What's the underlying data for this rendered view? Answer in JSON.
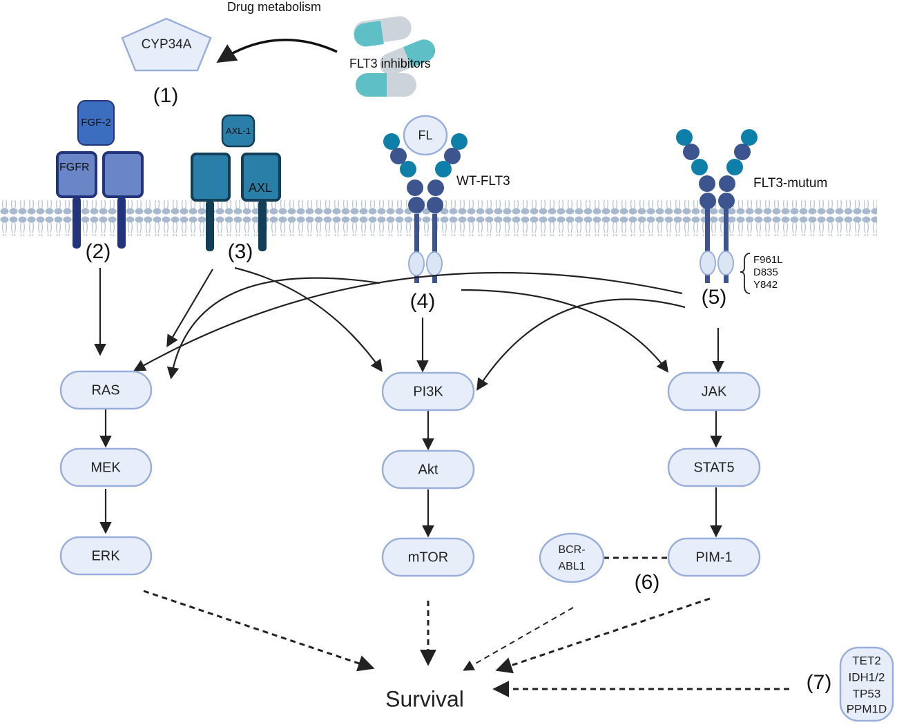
{
  "header": {
    "drug_metabolism": "Drug metabolism",
    "drug_label": "FLT3  inhibitors",
    "cyp": "CYP34A"
  },
  "markers": {
    "m1": "(1)",
    "m2": "(2)",
    "m3": "(3)",
    "m4": "(4)",
    "m5": "(5)",
    "m6": "(6)",
    "m7": "(7)"
  },
  "receptors": {
    "fgf2": "FGF-2",
    "fgfr": "FGFR",
    "axl1": "AXL-1",
    "axl": "AXL",
    "fl": "FL",
    "wt_flt3": "WT-FLT3",
    "flt3_mutum": "FLT3-mutum",
    "mutations": [
      "F961L",
      "D835",
      "Y842"
    ]
  },
  "pathways": {
    "ras": "RAS",
    "mek": "MEK",
    "erk": "ERK",
    "pi3k": "PI3K",
    "akt": "Akt",
    "mtor": "mTOR",
    "jak": "JAK",
    "stat5": "STAT5",
    "pim1": "PIM-1",
    "bcr_abl": [
      "BCR-",
      "ABL1"
    ]
  },
  "genes": [
    "TET2",
    "IDH1/2",
    "TP53",
    "PPM1D"
  ],
  "outcome": "Survival",
  "colors": {
    "node_fill": "#e8eef9",
    "node_stroke": "#9aaedb",
    "fgfr": "#6b86c7",
    "fgfr_dark": "#23357a",
    "axl": "#2a7fa8",
    "axl_dark": "#123e57",
    "flt3_ball": "#3c558f",
    "flt3_tip": "#0e7fa8",
    "membrane": "#a9bad0",
    "arrow": "#222222"
  }
}
